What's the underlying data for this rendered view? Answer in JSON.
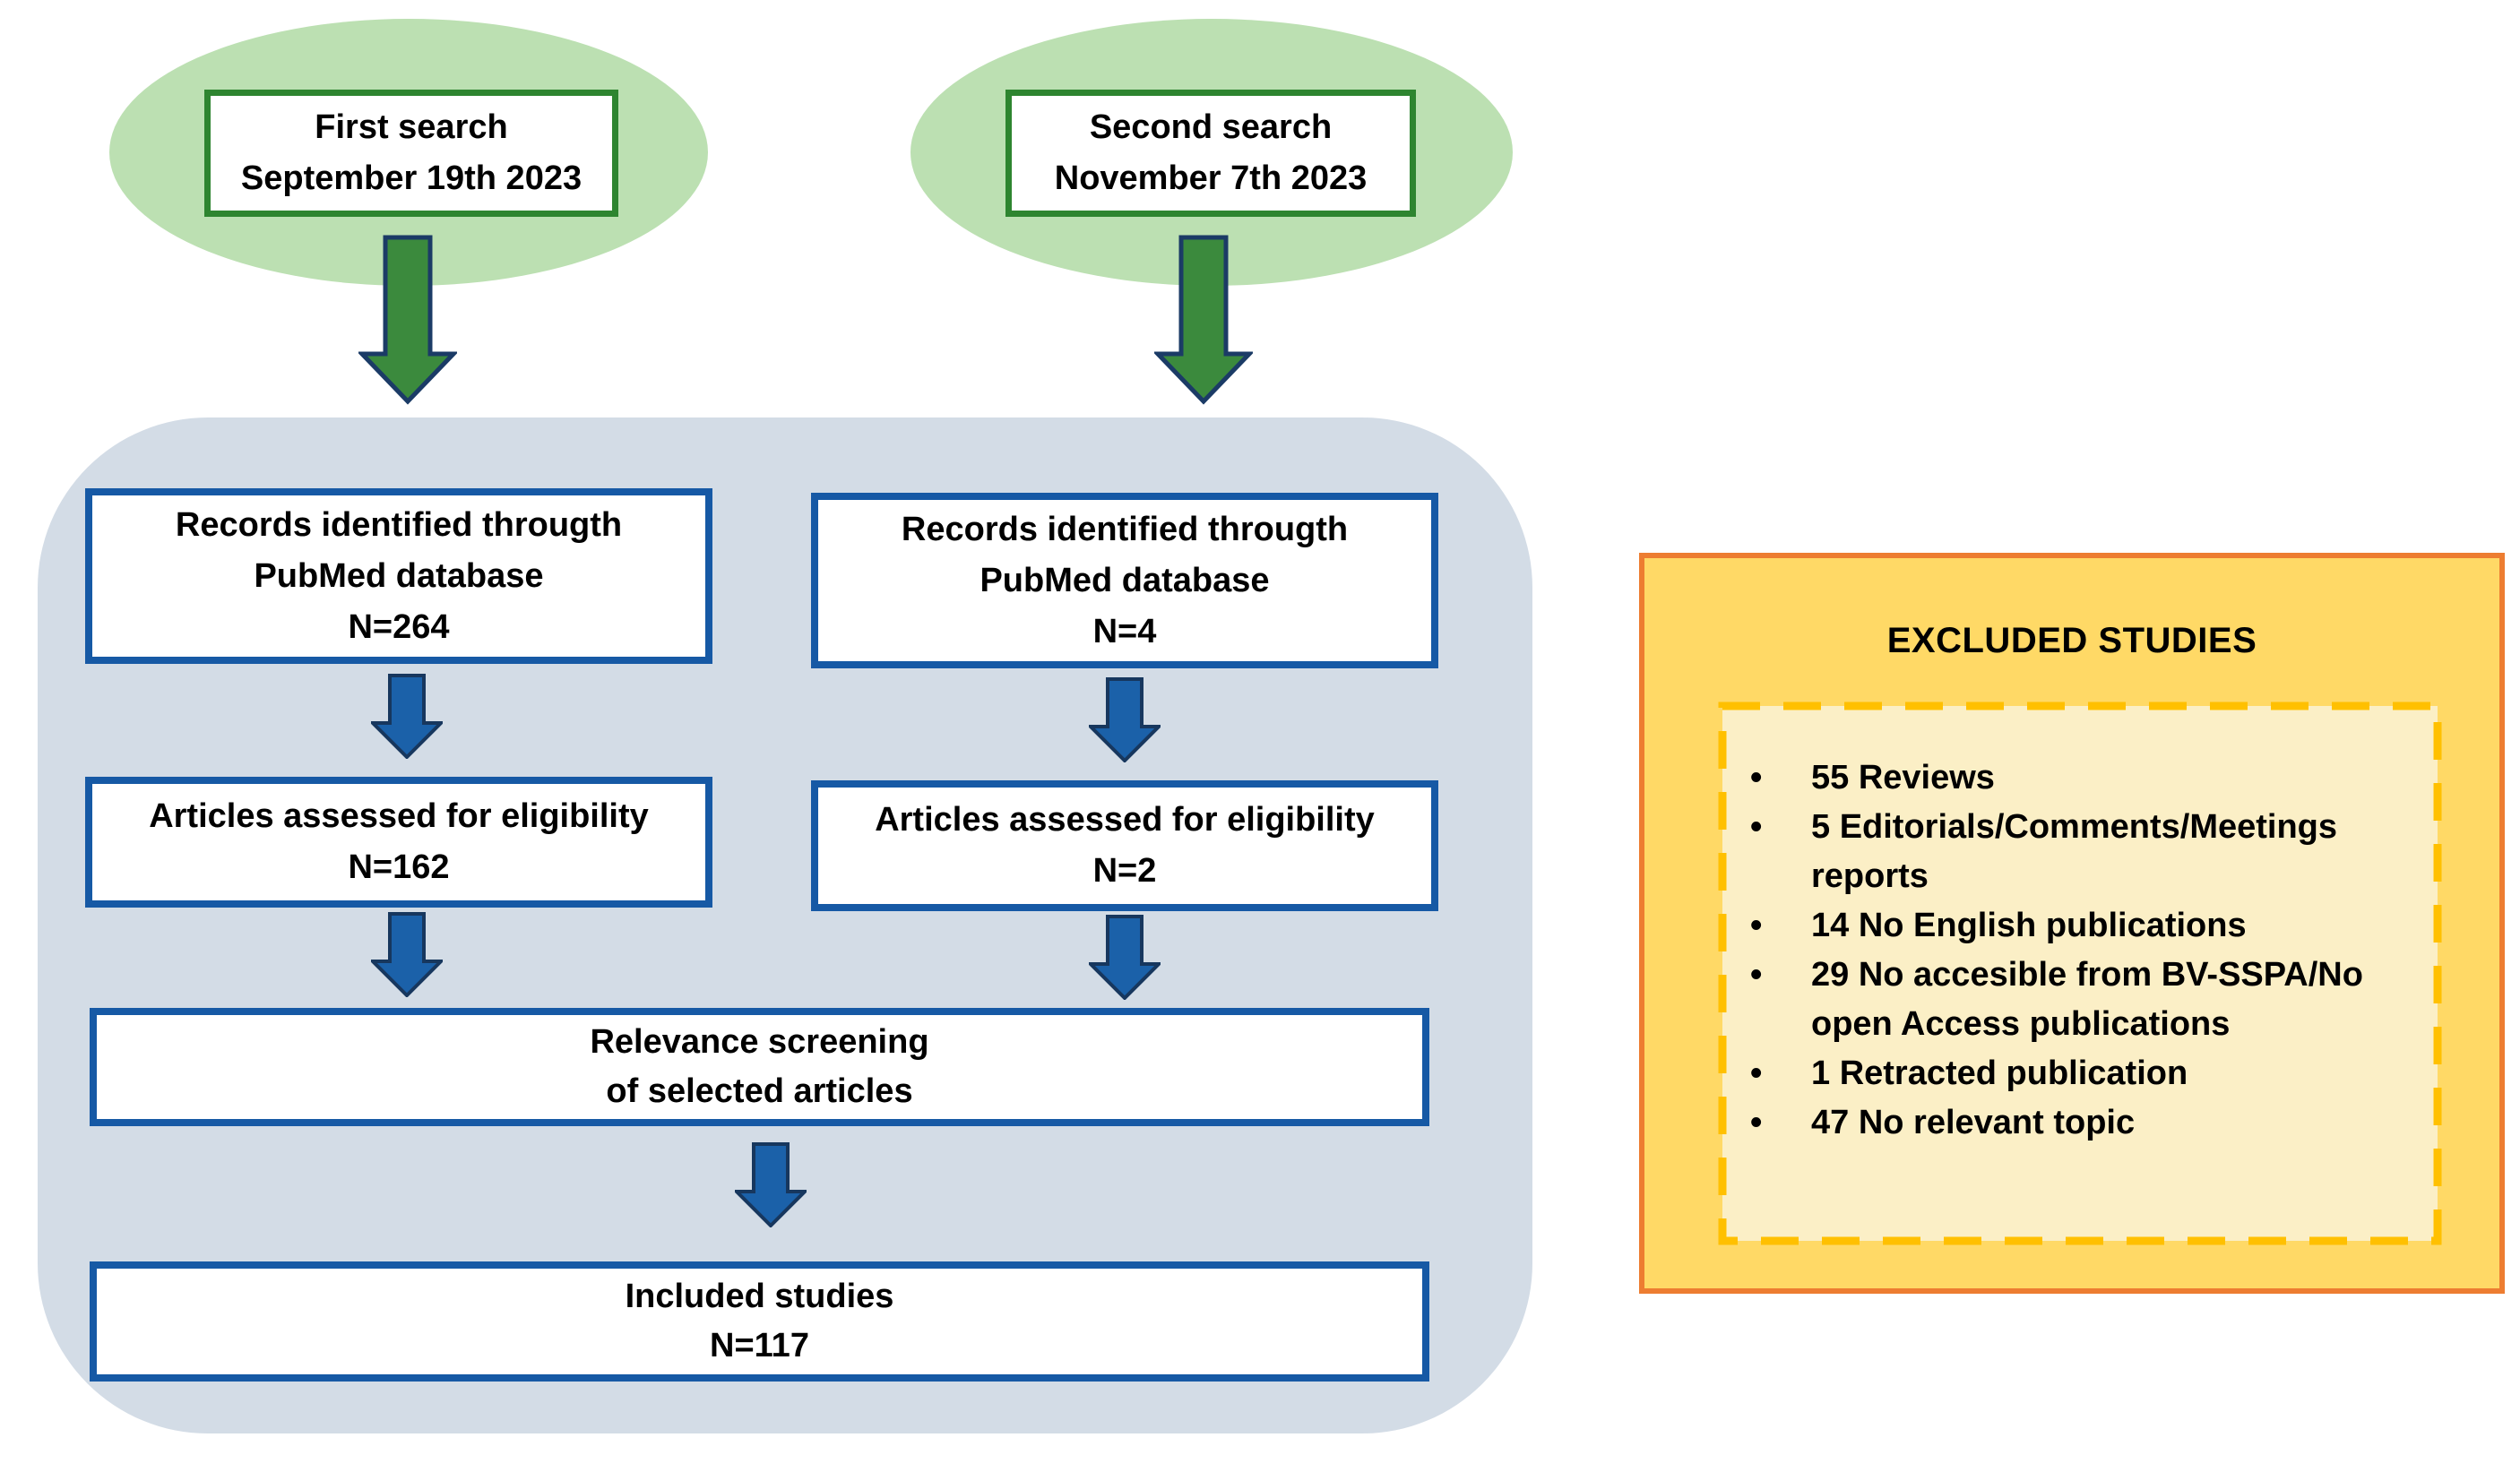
{
  "flow": {
    "search1": {
      "lines": [
        "First search",
        "September 19th 2023"
      ]
    },
    "search2": {
      "lines": [
        "Second search",
        "November 7th 2023"
      ]
    },
    "records1": {
      "lines": [
        "Records identified througth",
        "PubMed database",
        "N=264"
      ]
    },
    "records2": {
      "lines": [
        "Records identified througth",
        "PubMed database",
        "N=4"
      ]
    },
    "eligibility1": {
      "lines": [
        "Articles assessed for eligibility",
        "N=162"
      ]
    },
    "eligibility2": {
      "lines": [
        "Articles assessed for eligibility",
        "N=2"
      ]
    },
    "relevance": {
      "lines": [
        "Relevance screening",
        "of selected articles"
      ]
    },
    "included": {
      "lines": [
        "Included studies",
        "N=117"
      ]
    }
  },
  "excluded": {
    "title": "EXCLUDED STUDIES",
    "items": [
      [
        "55 Reviews"
      ],
      [
        "5 Editorials/Comments/Meetings",
        "reports"
      ],
      [
        "14 No English publications"
      ],
      [
        "29 No accesible from BV-SSPA/No",
        "open Access publications"
      ],
      [
        "1 Retracted publication"
      ],
      [
        "47 No relevant topic"
      ]
    ]
  },
  "colors": {
    "ellipse_fill": "#BCE0B2",
    "green_border": "#2E8530",
    "green_arrow_fill": "#3B8A3D",
    "arrow_outline_navy": "#1B3B66",
    "container_fill": "#D3DCE6",
    "blue_border": "#1659A5",
    "blue_arrow_fill": "#1B61A9",
    "excluded_fill": "#FFD966",
    "excluded_border": "#ED7D31",
    "excluded_inner_fill": "#FBEFC6",
    "excluded_dash": "#FFC000"
  }
}
